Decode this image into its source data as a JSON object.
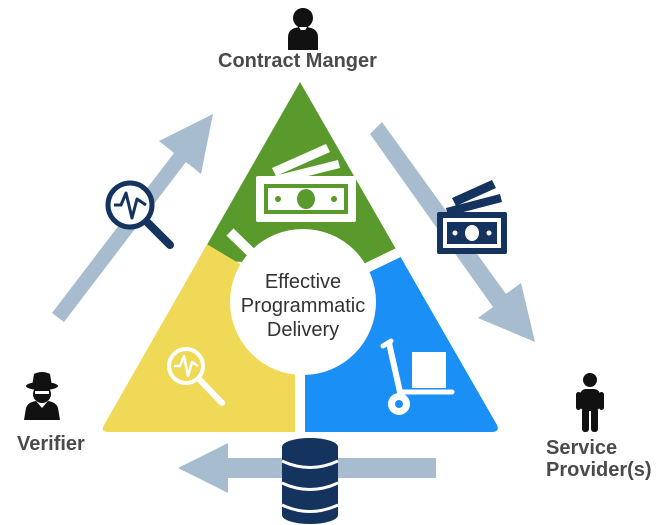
{
  "center": {
    "line1": "Effective",
    "line2": "Programmatic",
    "line3": "Delivery"
  },
  "roles": {
    "contract_manager": "Contract Manger",
    "verifier": "Verifier",
    "service_provider_line1": "Service",
    "service_provider_line2": "Provider(s)"
  },
  "icons": {
    "top_role": "businessman-icon",
    "left_role": "spy-icon",
    "right_role": "person-icon",
    "green_segment": "cash-icon",
    "yellow_segment": "magnifier-chart-icon",
    "blue_segment": "hand-truck-icon",
    "left_arrow": "magnifier-chart-icon",
    "right_arrow": "cash-icon",
    "bottom_arrow": "database-icon"
  },
  "colors": {
    "green": "#5a9a2c",
    "yellow": "#f0d957",
    "blue": "#1a8ff5",
    "arrow": "#a7bccf",
    "navy": "#14335e"
  }
}
